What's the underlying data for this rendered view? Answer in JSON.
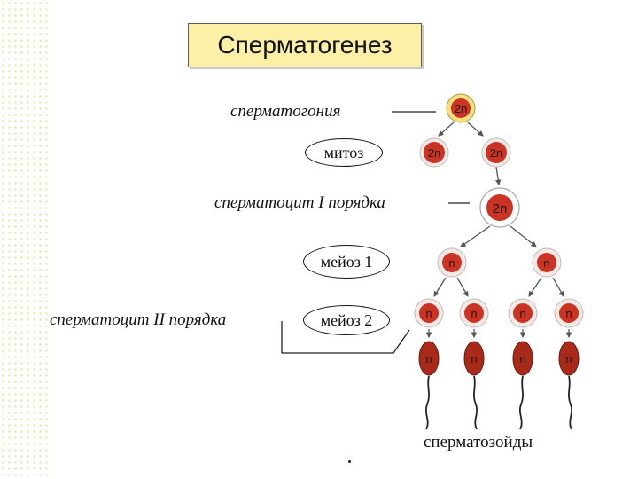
{
  "title": "Сперматогенез",
  "labels": {
    "spermatogonia": "сперматогония",
    "spermatocyte1": "сперматоцит I порядка",
    "spermatocyte2": "сперматоцит II порядка",
    "spermatozoa": "сперматозойды"
  },
  "processes": {
    "mitosis": "митоз",
    "meiosis1": "мейоз 1",
    "meiosis2": "мейоз 2"
  },
  "cells": {
    "diploid": "2n",
    "haploid": "n"
  },
  "colors": {
    "nucleus": "#cc3322",
    "title_bg": "#fbf0a6"
  }
}
